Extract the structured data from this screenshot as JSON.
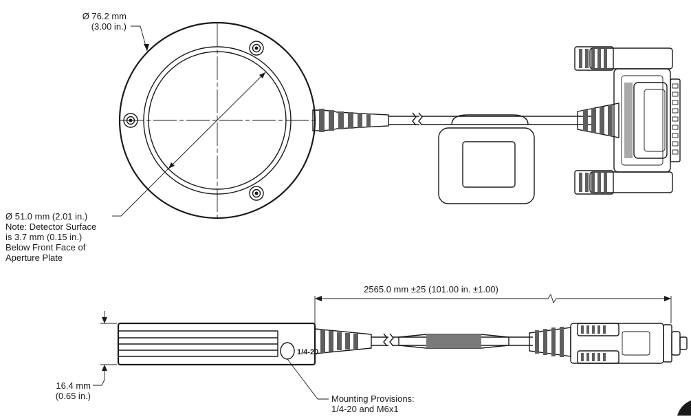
{
  "drawing": {
    "outer_diameter_mm": "Ø 76.2 mm",
    "outer_diameter_in": "(3.00 in.)",
    "aperture_diameter": "Ø 51.0 mm (2.01 in.)",
    "note_line1": "Note: Detector Surface",
    "note_line2": "is 3.7 mm (0.15 in.)",
    "note_line3": "Below Front Face of",
    "note_line4": "Aperture Plate",
    "cable_length": "2565.0 mm ±25 (101.00 in. ±1.00)",
    "thickness_mm": "16.4 mm",
    "thickness_in": "(0.65 in.)",
    "thread_marking": "1/4-20",
    "mounting_line1": "Mounting Provisions:",
    "mounting_line2": "1/4-20 and M6x1"
  },
  "colors": {
    "line": "#1a1a1a",
    "body_gray": "#7a7a7a",
    "dark_gray": "#5e5e5e",
    "light_gray": "#a9a9a9"
  },
  "icons": {
    "top_view": "sensor-top-view",
    "side_view": "sensor-side-view"
  }
}
